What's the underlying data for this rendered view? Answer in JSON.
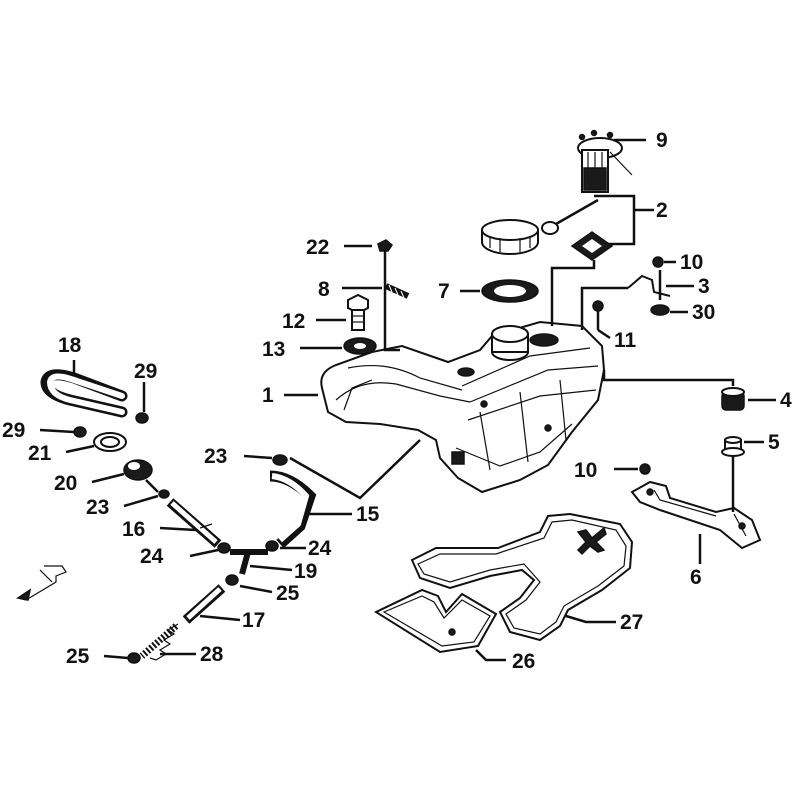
{
  "callouts": [
    {
      "id": "1",
      "text": "1"
    },
    {
      "id": "2",
      "text": "2"
    },
    {
      "id": "3",
      "text": "3"
    },
    {
      "id": "4",
      "text": "4"
    },
    {
      "id": "5",
      "text": "5"
    },
    {
      "id": "6",
      "text": "6"
    },
    {
      "id": "7",
      "text": "7"
    },
    {
      "id": "8",
      "text": "8"
    },
    {
      "id": "9",
      "text": "9"
    },
    {
      "id": "10a",
      "text": "10"
    },
    {
      "id": "10b",
      "text": "10"
    },
    {
      "id": "11",
      "text": "11"
    },
    {
      "id": "12",
      "text": "12"
    },
    {
      "id": "13",
      "text": "13"
    },
    {
      "id": "15",
      "text": "15"
    },
    {
      "id": "16",
      "text": "16"
    },
    {
      "id": "17",
      "text": "17"
    },
    {
      "id": "18",
      "text": "18"
    },
    {
      "id": "19",
      "text": "19"
    },
    {
      "id": "20",
      "text": "20"
    },
    {
      "id": "21",
      "text": "21"
    },
    {
      "id": "22",
      "text": "22"
    },
    {
      "id": "23a",
      "text": "23"
    },
    {
      "id": "23b",
      "text": "23"
    },
    {
      "id": "24a",
      "text": "24"
    },
    {
      "id": "24b",
      "text": "24"
    },
    {
      "id": "25a",
      "text": "25"
    },
    {
      "id": "25b",
      "text": "25"
    },
    {
      "id": "26",
      "text": "26"
    },
    {
      "id": "27",
      "text": "27"
    },
    {
      "id": "28",
      "text": "28"
    },
    {
      "id": "29a",
      "text": "29"
    },
    {
      "id": "29b",
      "text": "29"
    },
    {
      "id": "30",
      "text": "30"
    }
  ]
}
